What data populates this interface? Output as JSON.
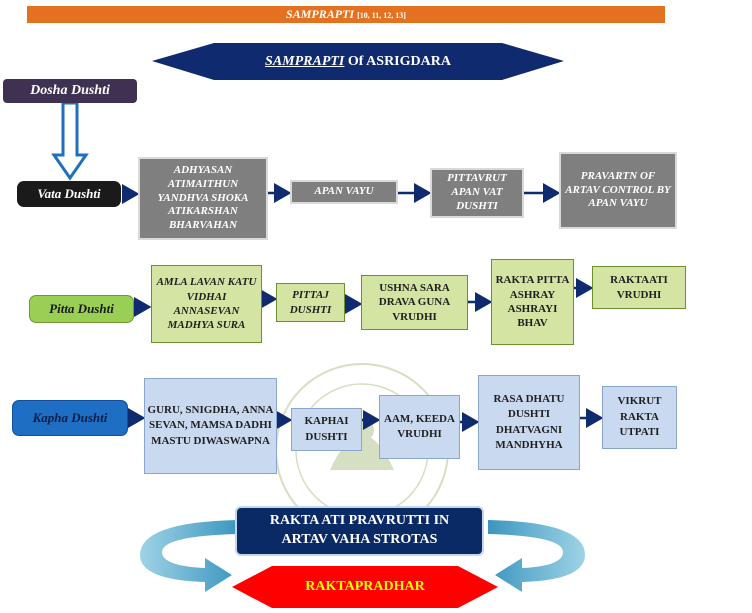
{
  "header": {
    "title": "SAMPRAPTI",
    "refs": "[10, 11, 12, 13]"
  },
  "banner": {
    "title_italic": "SAMPRAPTI",
    "title_rest": " Of ASRIGDARA"
  },
  "dosha_dushti": "Dosha Dushti",
  "vata": {
    "label": "Vata Dushti",
    "box1": "ADHYASAN ATIMAITHUN YANDHVA SHOKA ATIKARSHAN BHARVAHAN",
    "box2": "APAN VAYU",
    "box3": "PITTAVRUT APAN VAT DUSHTI",
    "box4": "PRAVARTN OF ARTAV CONTROL BY APAN VAYU"
  },
  "pitta": {
    "label": "Pitta Dushti",
    "box1": "AMLA LAVAN KATU VIDHAI ANNASEVAN MADHYA SURA",
    "box2": "PITTAJ DUSHTI",
    "box3": "USHNA SARA DRAVA GUNA VRUDHI",
    "box4": "RAKTA PITTA ASHRAY ASHRAYI BHAV",
    "box5": "RAKTAATI VRUDHI"
  },
  "kapha": {
    "label": "Kapha Dushti",
    "box1": "GURU, SNIGDHA, ANNA SEVAN, MAMSA DADHI MASTU DIWASWAPNA",
    "box2": "KAPHAI DUSHTI",
    "box3": "AAM, KEEDA VRUDHI",
    "box4": "RASA DHATU DUSHTI DHATVAGNI MANDHYHA",
    "box5": "VIKRUT RAKTA UTPATI"
  },
  "result": "RAKTA ATI PRAVRUTTI IN ARTAV VAHA STROTAS",
  "final": "RAKTAPRADHAR",
  "colors": {
    "orange": "#e4711f",
    "navy": "#0f2a6e",
    "gray": "#7f7f7f",
    "green": "#d4e4a3",
    "blue": "#c9d9ef",
    "red": "#ff0000",
    "yellow": "#ffff00",
    "teal": "#4ba3c7"
  }
}
